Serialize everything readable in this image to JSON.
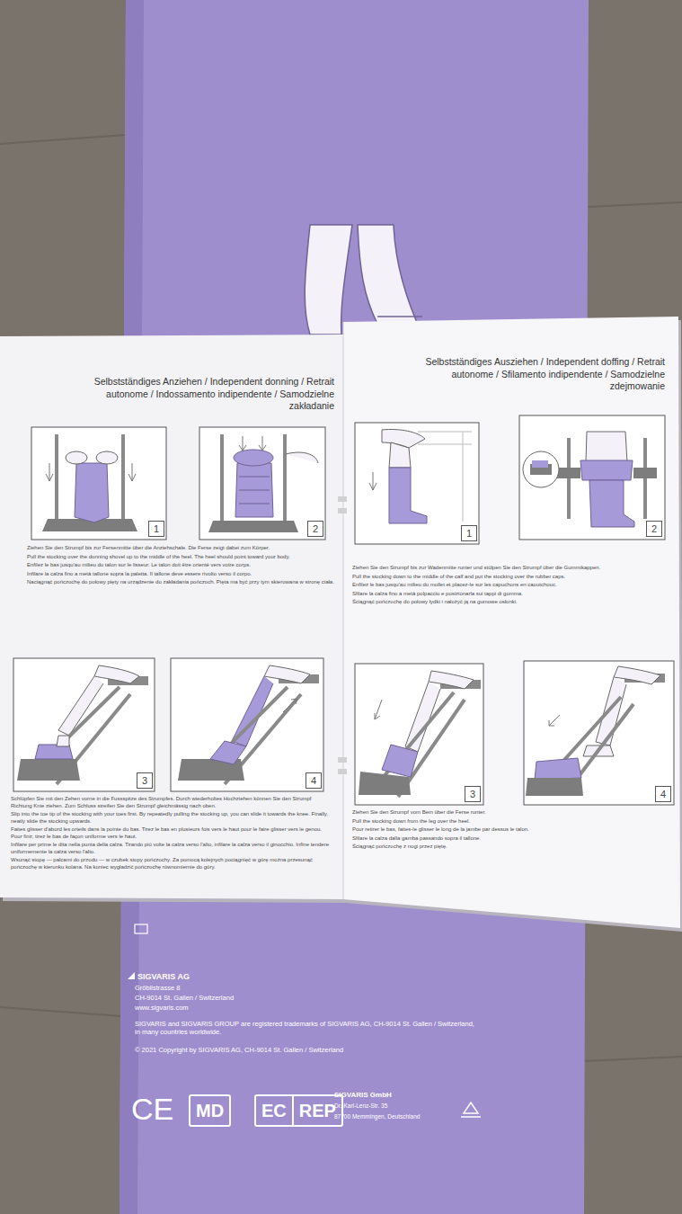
{
  "diagram": {
    "nodes": [
      {
        "text": [
          "Selbstständiges Anziehen / Independent donning / Retrait autonome / Indossamento indipendente / Samodzielne zakładanie",
          "Ziehen Sie den Strumpf bis zur Fersenmitte über die Anziehschale. Die Ferse zeigt dabei zum Körper.",
          "Pull the stocking over the donning shovel up to the middle of the heel. The heel should point toward your body.",
          "Enfilez le bas jusqu'au milieu du talon sur le lisseur. Le talon doit être orienté vers votre corps.",
          "Infilare la calza fino a metà tallone sopra la paletta. Il tallone deve essere rivolto verso il corpo.",
          "Naciągnąć pończochę do połowy pięty na urządzenie do zakładania pończoch. Pięta ma być przy tym skierowana w stronę ciała.",
          "Schlüpfen Sie mit den Zehen vorne in die Fussspitze des Strumpfes. Durch wiederholtes Hochziehen können Sie den Strumpf Richtung Knie ziehen. Zum Schluss streifen Sie den Strumpf gleichmässig nach oben.",
          "Slip into the toe tip of the stocking with your toes first. By repeatedly pulling the stocking up, you can slide it towards the knee. Finally, neatly slide the stocking upwards.",
          "Faites glisser d'abord les orteils dans la pointe du bas. Tirez le bas en plusieurs fois vers le haut pour le faire glisser vers le genou. Pour finir, tirez le bas de façon uniforme vers le haut.",
          "Infilare per prime le dita nella punta della calza. Tirando più volte la calza verso l'alto, infilare la calza verso il ginocchio. Infine tendere uniformemente la calza verso l'alto.",
          "Wsunąć stopę — palcami do przodu — w czubek stopy pończochy. Za pomocą kolejnych pociągnięć w górę można przesunąć pończochę w kierunku kolana. Na koniec wygładzić pończochę równomiernie do góry."
        ]
      },
      {
        "text": [
          "1"
        ],
        "in": 0
      },
      {
        "text": [
          "2"
        ],
        "in": 0
      },
      {
        "text": [
          "3"
        ],
        "in": 0
      },
      {
        "text": [
          "4"
        ],
        "in": 0
      },
      {
        "text": [
          "Selbstständiges Ausziehen / Independent doffing / Retrait autonome / Sfilamento indipendente / Samodzielne zdejmowanie",
          "Ziehen Sie den Strumpf bis zur Wadenmitte runter und stülpen Sie den Strumpf über die Gummikappen.",
          "Pull the stocking down to the middle of the calf and put the stocking over the rubber caps.",
          "Enfilez le bas jusqu'au milieu du mollet et placez-le sur les capuchons en caoutchouc.",
          "Sfilare la calza fino a metà polpaccio e posizionarla sui tappi di gomma.",
          "Ściągnąć pończochę do połowy łydki i nałożyć ją na gumowe osłonki.",
          "Ziehen Sie den Strumpf vom Bein über die Ferse runter.",
          "Pull the stocking down from the leg over the heel.",
          "Pour retirer le bas, faites-le glisser le long de la jambe par dessus le talon.",
          "Sfilare la calza dalla gamba passando sopra il tallone.",
          "Ściągnąć pończochę z nogi przez piętę."
        ]
      },
      {
        "text": [
          "1"
        ],
        "in": 5
      },
      {
        "text": [
          "2"
        ],
        "in": 5
      },
      {
        "text": [
          "3"
        ],
        "in": 5
      },
      {
        "text": [
          "4"
        ],
        "in": 5
      },
      {
        "text": [
          "MD"
        ]
      },
      {
        "text": [
          "EC",
          "REP"
        ]
      }
    ],
    "labels": [
      "SIGVARIS AG",
      "Gröblistrasse 8",
      "CH-9014 St. Gallen / Switzerland",
      "www.sigvaris.com",
      "SIGVARIS and SIGVARIS GROUP are registered trademarks of SIGVARIS AG, CH-9014 St. Gallen / Switzerland, in many countries worldwide.",
      "© 2021 Copyright by SIGVARIS AG, CH-9014 St. Gallen / Switzerland",
      "CE",
      "SIGVARIS GmbH",
      "Dr.-Karl-Lenz-Str. 35",
      "87700 Memmingen, Deutschland"
    ]
  }
}
